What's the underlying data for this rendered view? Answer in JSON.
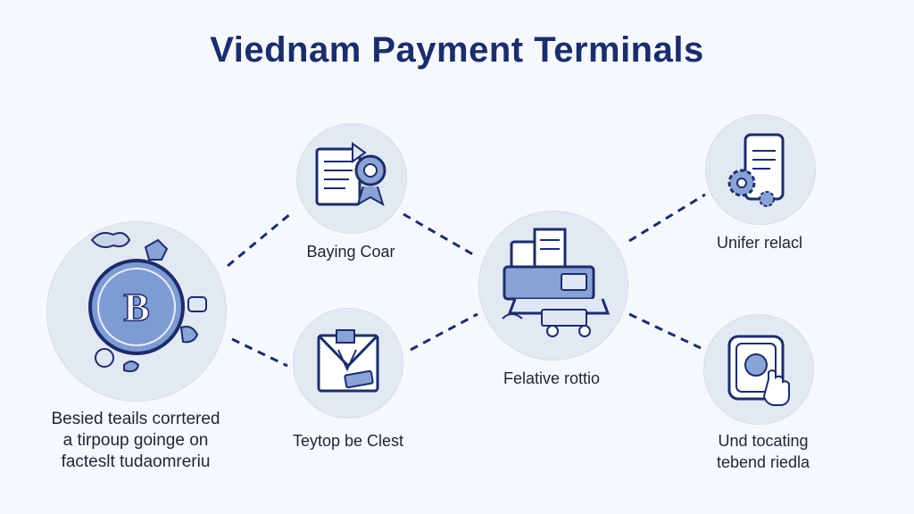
{
  "title": "Viednam Payment Terminals",
  "nodes": {
    "left": {
      "icon": "coin-b-icon",
      "coin_letter": "B",
      "label_lines": [
        "Besied teails corrtered",
        "a tirpoup goinge on",
        "facteslt tudaomreriu"
      ]
    },
    "top_center": {
      "icon": "receipt-icon",
      "label": "Baying Coar"
    },
    "bottom_center": {
      "icon": "envelope-card-icon",
      "label": "Teytop be Clest"
    },
    "center": {
      "icon": "payment-terminal-icon",
      "label": "Felative rottio"
    },
    "top_right": {
      "icon": "mobile-phone-gear-icon",
      "label": "Unifer relacl"
    },
    "bottom_right": {
      "icon": "card-tap-icon",
      "label_lines": [
        "Und tocating",
        "tebend riedla"
      ]
    }
  },
  "colors": {
    "title": "#1c2d6b",
    "accent": "#2a3f8f",
    "node_fill": "#e2e9f3",
    "coin_fill": "#7f9bd3"
  }
}
